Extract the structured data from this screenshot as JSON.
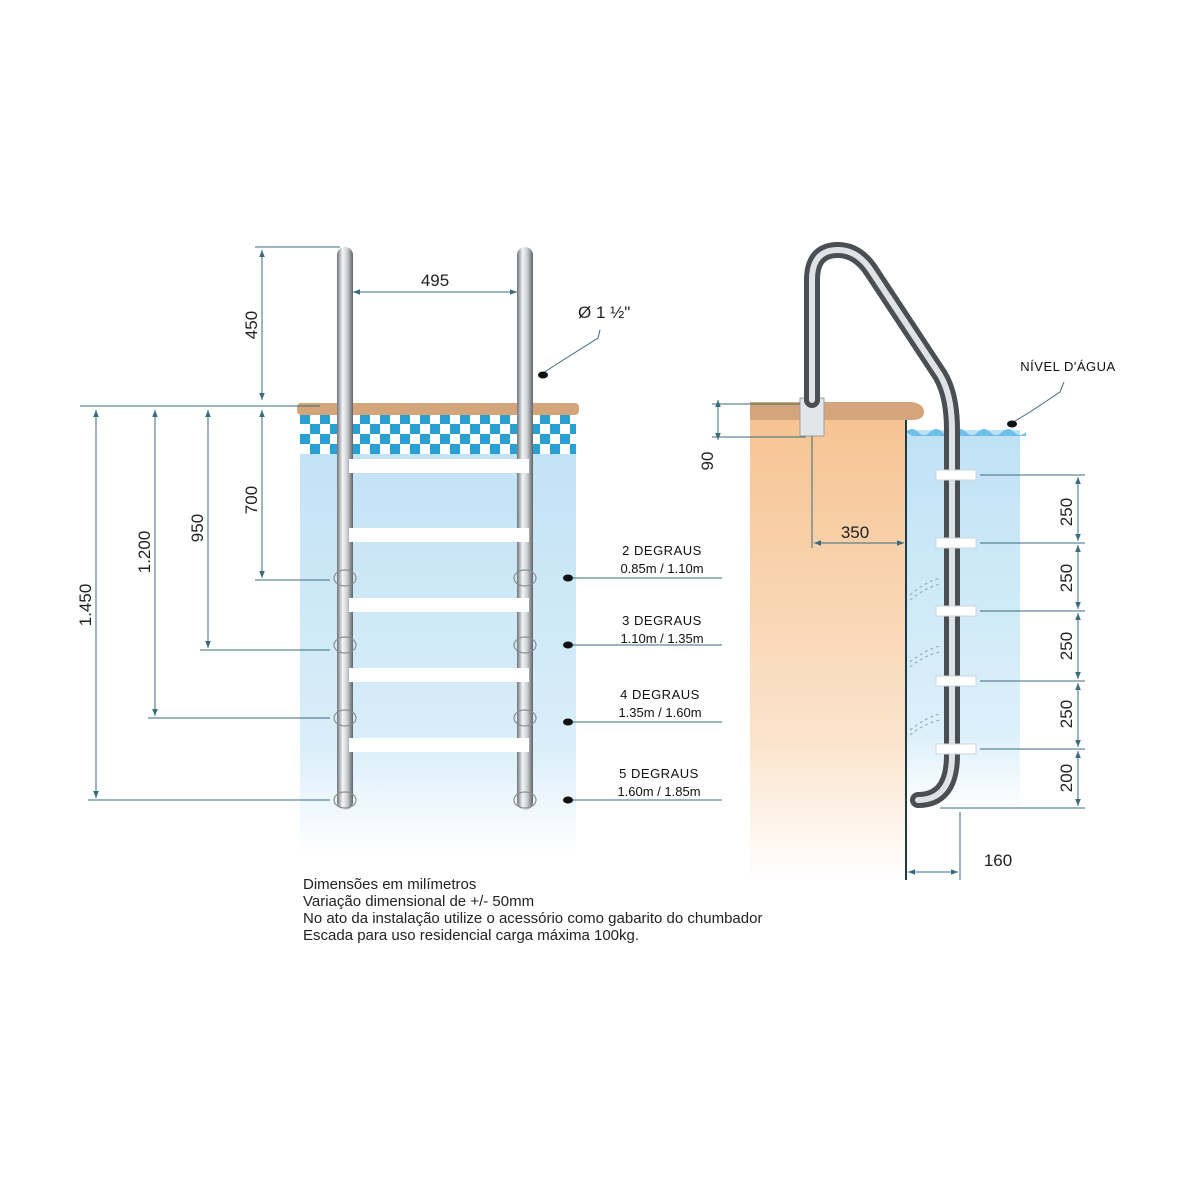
{
  "front_view": {
    "width_label": "495",
    "tube_diameter_label": "Ø 1 ½\"",
    "top_height_label": "450",
    "depth_labels": [
      "700",
      "950",
      "1.200",
      "1.450"
    ],
    "options": [
      {
        "steps": "2 DEGRAUS",
        "range": "0.85m / 1.10m"
      },
      {
        "steps": "3 DEGRAUS",
        "range": "1.10m / 1.35m"
      },
      {
        "steps": "4 DEGRAUS",
        "range": "1.35m / 1.60m"
      },
      {
        "steps": "5 DEGRAUS",
        "range": "1.60m / 1.85m"
      }
    ]
  },
  "side_view": {
    "water_level_label": "NÍVEL D'ÁGUA",
    "coping_label": "90",
    "offset_label": "350",
    "step_spacing_labels": [
      "250",
      "250",
      "250",
      "250",
      "200"
    ],
    "wall_gap_label": "160"
  },
  "notes": [
    "Dimensões em milímetros",
    "Variação dimensional de +/- 50mm",
    "No ato da instalação utilize o acessório como gabarito do chumbador",
    "Escada para uso residencial carga máxima 100kg."
  ],
  "colors": {
    "water": "#c9e6f6",
    "coping": "#d4a57a",
    "tile_blue": "#2a9fd4",
    "wall_peach": "#f7c89b",
    "dimension_line": "#3a6b7e"
  }
}
